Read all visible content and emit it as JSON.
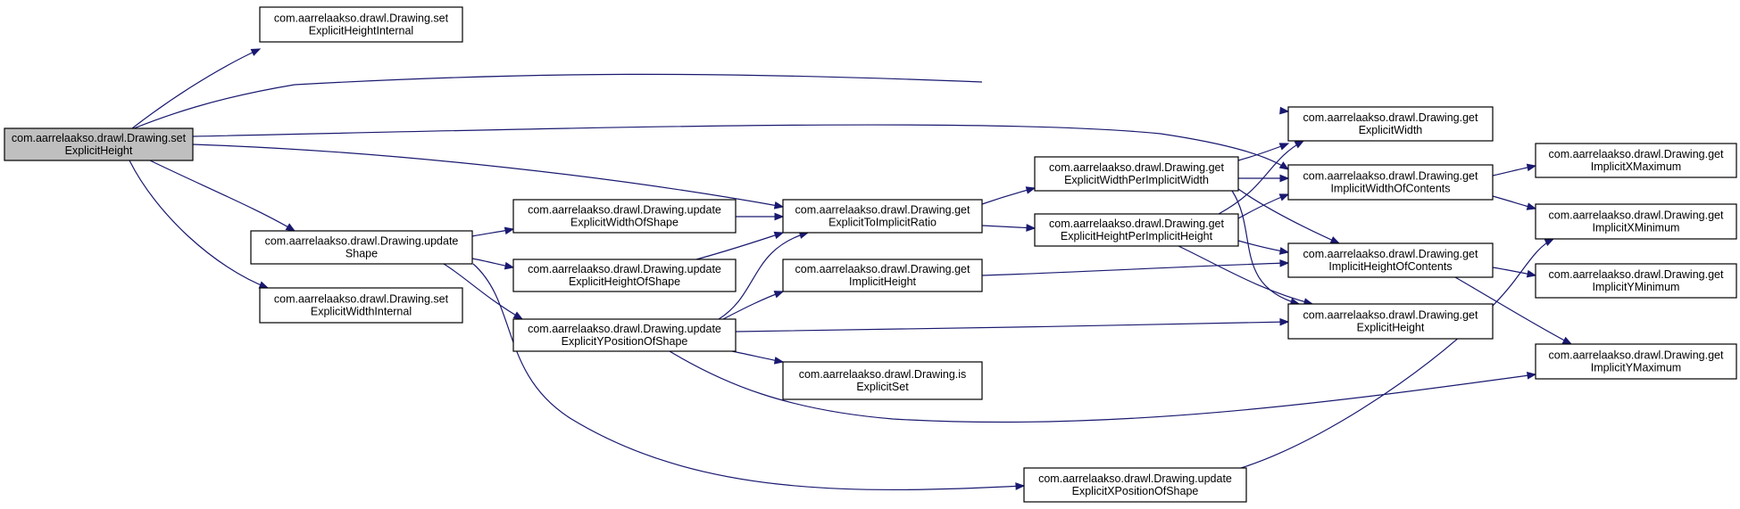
{
  "colors": {
    "edge": "#191970",
    "node_fill": "#ffffff",
    "root_fill": "#bfbfbf",
    "border": "#000000"
  },
  "nodes": [
    {
      "id": "setExplicitHeight",
      "lines": [
        "com.aarrelaakso.drawl.Drawing.set",
        "ExplicitHeight"
      ],
      "root": true
    },
    {
      "id": "setExplicitHeightInternal",
      "lines": [
        "com.aarrelaakso.drawl.Drawing.set",
        "ExplicitHeightInternal"
      ]
    },
    {
      "id": "updateShape",
      "lines": [
        "com.aarrelaakso.drawl.Drawing.update",
        "Shape"
      ]
    },
    {
      "id": "setExplicitWidthInternal",
      "lines": [
        "com.aarrelaakso.drawl.Drawing.set",
        "ExplicitWidthInternal"
      ]
    },
    {
      "id": "updateExplicitWidthOfShape",
      "lines": [
        "com.aarrelaakso.drawl.Drawing.update",
        "ExplicitWidthOfShape"
      ]
    },
    {
      "id": "updateExplicitHeightOfShape",
      "lines": [
        "com.aarrelaakso.drawl.Drawing.update",
        "ExplicitHeightOfShape"
      ]
    },
    {
      "id": "updateExplicitYPositionOfShape",
      "lines": [
        "com.aarrelaakso.drawl.Drawing.update",
        "ExplicitYPositionOfShape"
      ]
    },
    {
      "id": "getExplicitToImplicitRatio",
      "lines": [
        "com.aarrelaakso.drawl.Drawing.get",
        "ExplicitToImplicitRatio"
      ]
    },
    {
      "id": "getImplicitHeight",
      "lines": [
        "com.aarrelaakso.drawl.Drawing.get",
        "ImplicitHeight"
      ]
    },
    {
      "id": "isExplicitSet",
      "lines": [
        "com.aarrelaakso.drawl.Drawing.is",
        "ExplicitSet"
      ]
    },
    {
      "id": "getExplicitWidthPerImplicitWidth",
      "lines": [
        "com.aarrelaakso.drawl.Drawing.get",
        "ExplicitWidthPerImplicitWidth"
      ]
    },
    {
      "id": "getExplicitHeightPerImplicitHeight",
      "lines": [
        "com.aarrelaakso.drawl.Drawing.get",
        "ExplicitHeightPerImplicitHeight"
      ]
    },
    {
      "id": "updateExplicitXPositionOfShape",
      "lines": [
        "com.aarrelaakso.drawl.Drawing.update",
        "ExplicitXPositionOfShape"
      ]
    },
    {
      "id": "getExplicitWidth",
      "lines": [
        "com.aarrelaakso.drawl.Drawing.get",
        "ExplicitWidth"
      ]
    },
    {
      "id": "getImplicitWidthOfContents",
      "lines": [
        "com.aarrelaakso.drawl.Drawing.get",
        "ImplicitWidthOfContents"
      ]
    },
    {
      "id": "getImplicitHeightOfContents",
      "lines": [
        "com.aarrelaakso.drawl.Drawing.get",
        "ImplicitHeightOfContents"
      ]
    },
    {
      "id": "getExplicitHeight",
      "lines": [
        "com.aarrelaakso.drawl.Drawing.get",
        "ExplicitHeight"
      ]
    },
    {
      "id": "getImplicitXMaximum",
      "lines": [
        "com.aarrelaakso.drawl.Drawing.get",
        "ImplicitXMaximum"
      ]
    },
    {
      "id": "getImplicitXMinimum",
      "lines": [
        "com.aarrelaakso.drawl.Drawing.get",
        "ImplicitXMinimum"
      ]
    },
    {
      "id": "getImplicitYMinimum",
      "lines": [
        "com.aarrelaakso.drawl.Drawing.get",
        "ImplicitYMinimum"
      ]
    },
    {
      "id": "getImplicitYMaximum",
      "lines": [
        "com.aarrelaakso.drawl.Drawing.get",
        "ImplicitYMaximum"
      ]
    }
  ],
  "edges": [
    [
      "setExplicitHeight",
      "setExplicitHeightInternal"
    ],
    [
      "setExplicitHeight",
      "getExplicitWidth"
    ],
    [
      "setExplicitHeight",
      "getImplicitWidthOfContents"
    ],
    [
      "setExplicitHeight",
      "getExplicitToImplicitRatio"
    ],
    [
      "setExplicitHeight",
      "updateShape"
    ],
    [
      "setExplicitHeight",
      "setExplicitWidthInternal"
    ],
    [
      "updateShape",
      "updateExplicitWidthOfShape"
    ],
    [
      "updateShape",
      "updateExplicitHeightOfShape"
    ],
    [
      "updateShape",
      "updateExplicitYPositionOfShape"
    ],
    [
      "updateShape",
      "updateExplicitXPositionOfShape"
    ],
    [
      "updateExplicitWidthOfShape",
      "getExplicitToImplicitRatio"
    ],
    [
      "updateExplicitHeightOfShape",
      "getExplicitToImplicitRatio"
    ],
    [
      "updateExplicitYPositionOfShape",
      "getExplicitToImplicitRatio"
    ],
    [
      "updateExplicitYPositionOfShape",
      "getImplicitHeight"
    ],
    [
      "updateExplicitYPositionOfShape",
      "getExplicitHeight"
    ],
    [
      "updateExplicitYPositionOfShape",
      "isExplicitSet"
    ],
    [
      "updateExplicitYPositionOfShape",
      "getImplicitYMaximum"
    ],
    [
      "getExplicitToImplicitRatio",
      "getExplicitWidthPerImplicitWidth"
    ],
    [
      "getExplicitToImplicitRatio",
      "getExplicitHeightPerImplicitHeight"
    ],
    [
      "getImplicitHeight",
      "getImplicitHeightOfContents"
    ],
    [
      "getExplicitWidthPerImplicitWidth",
      "getExplicitWidth"
    ],
    [
      "getExplicitWidthPerImplicitWidth",
      "getImplicitWidthOfContents"
    ],
    [
      "getExplicitWidthPerImplicitWidth",
      "getImplicitHeightOfContents"
    ],
    [
      "getExplicitWidthPerImplicitWidth",
      "getExplicitHeight"
    ],
    [
      "getExplicitHeightPerImplicitHeight",
      "getExplicitWidth"
    ],
    [
      "getExplicitHeightPerImplicitHeight",
      "getImplicitWidthOfContents"
    ],
    [
      "getExplicitHeightPerImplicitHeight",
      "getImplicitHeightOfContents"
    ],
    [
      "getExplicitHeightPerImplicitHeight",
      "getExplicitHeight"
    ],
    [
      "updateExplicitXPositionOfShape",
      "getImplicitXMinimum"
    ],
    [
      "getImplicitWidthOfContents",
      "getImplicitXMaximum"
    ],
    [
      "getImplicitWidthOfContents",
      "getImplicitXMinimum"
    ],
    [
      "getImplicitHeightOfContents",
      "getImplicitYMinimum"
    ],
    [
      "getImplicitHeightOfContents",
      "getImplicitYMaximum"
    ]
  ]
}
